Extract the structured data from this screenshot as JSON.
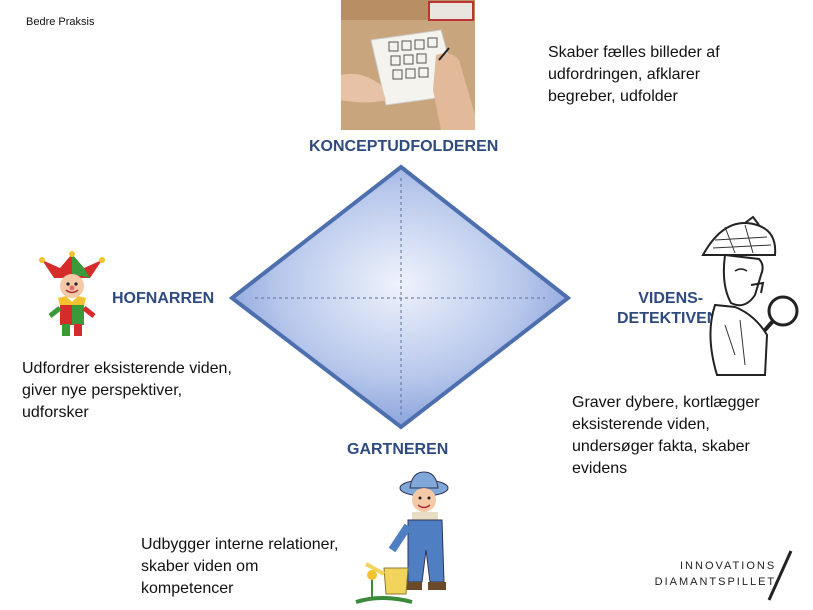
{
  "header": {
    "org": "Bedre Praksis"
  },
  "roles": {
    "top": {
      "title": "KONCEPTUDFOLDEREN",
      "desc": [
        "Skaber fælles billeder af",
        "udfordringen, afklarer",
        "begreber, udfolder"
      ]
    },
    "left": {
      "title": "HOFNARREN",
      "desc": [
        "Udfordrer eksisterende viden,",
        "giver nye perspektiver,",
        "udforsker"
      ]
    },
    "right": {
      "title_lines": [
        "VIDENS-",
        "DETEKTIVEN"
      ],
      "desc": [
        "Graver dybere, kortlægger",
        "eksisterende viden,",
        "undersøger fakta, skaber",
        "evidens"
      ]
    },
    "bottom": {
      "title": "GARTNEREN",
      "desc": [
        "Udbygger interne relationer,",
        "skaber viden om",
        "kompetencer"
      ]
    }
  },
  "logo": {
    "lines": [
      "INNOVATIONS",
      "DIAMANTSPILLET"
    ]
  },
  "colors": {
    "title": "#2e4a7f",
    "diamond_fill_light": "#dfe6f7",
    "diamond_fill_dark": "#7f9ad6",
    "diamond_stroke": "#4e6fae"
  },
  "icons": {
    "top": "sketching-hands-photo",
    "left": "jester-icon",
    "right": "detective-icon",
    "bottom": "gardener-icon"
  }
}
